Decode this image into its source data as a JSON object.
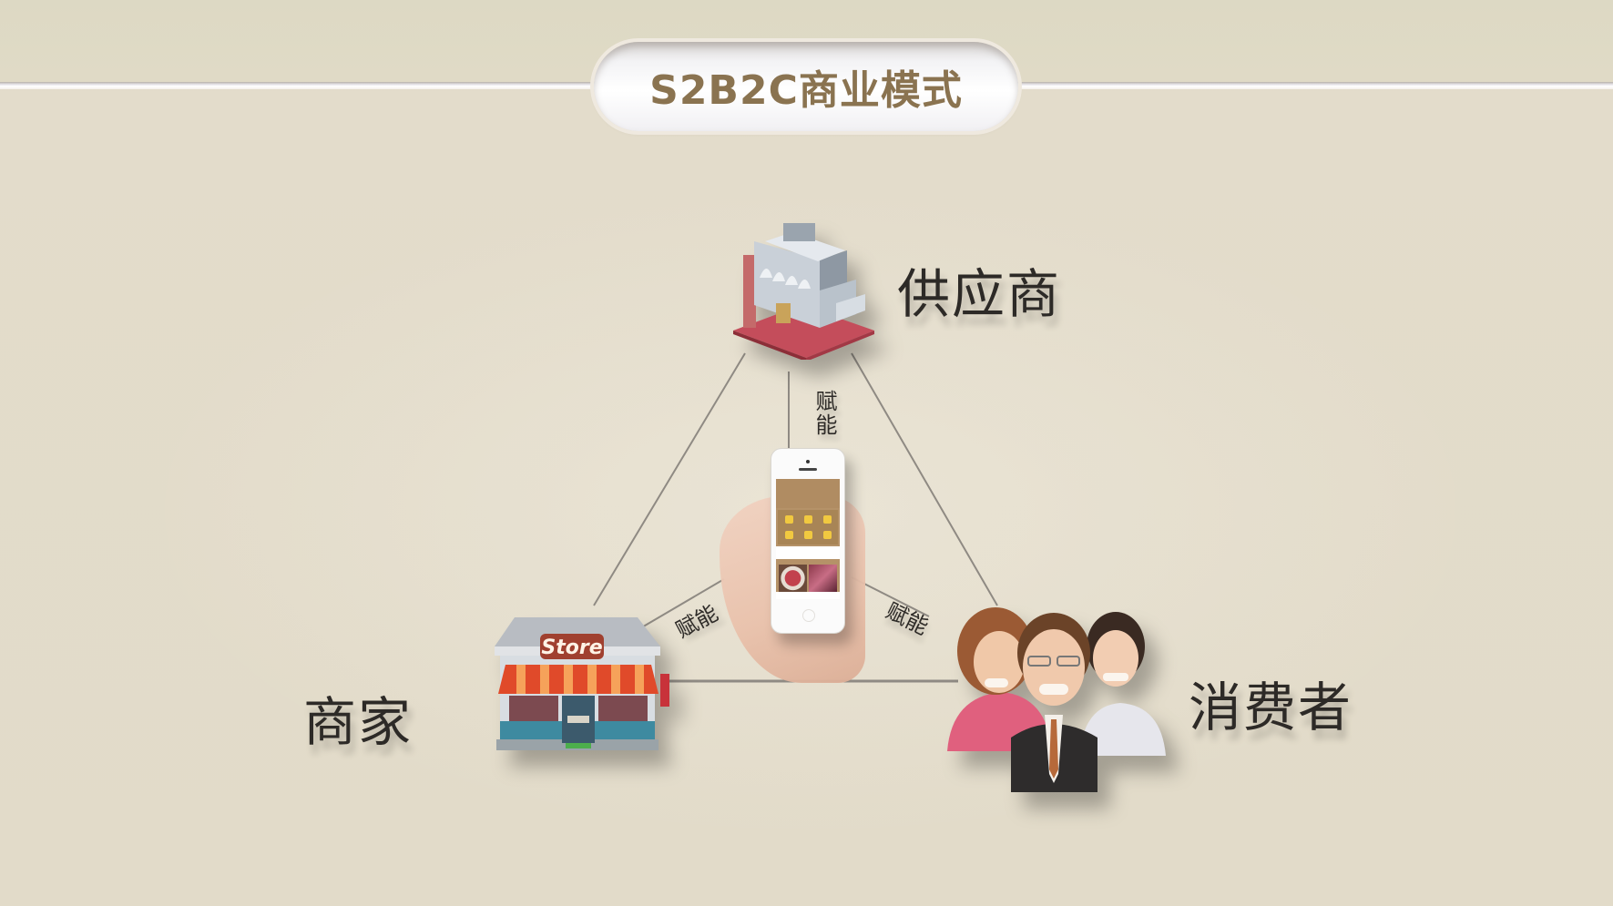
{
  "title": "S2B2C商业模式",
  "nodes": {
    "supplier": {
      "label": "供应商",
      "icon": "factory-icon"
    },
    "merchant": {
      "label": "商家",
      "icon": "store-icon",
      "sign": "Store"
    },
    "consumer": {
      "label": "消费者",
      "icon": "people-group-icon"
    },
    "platform": {
      "icon": "smartphone-app-icon"
    }
  },
  "edges": {
    "supplier_to_platform": "赋能",
    "platform_to_merchant": "赋能",
    "platform_to_consumer": "赋能"
  },
  "colors": {
    "title": "#8a7350",
    "background": "#e2dbc9",
    "line": "#8f8a83",
    "label": "#2d2a27"
  }
}
